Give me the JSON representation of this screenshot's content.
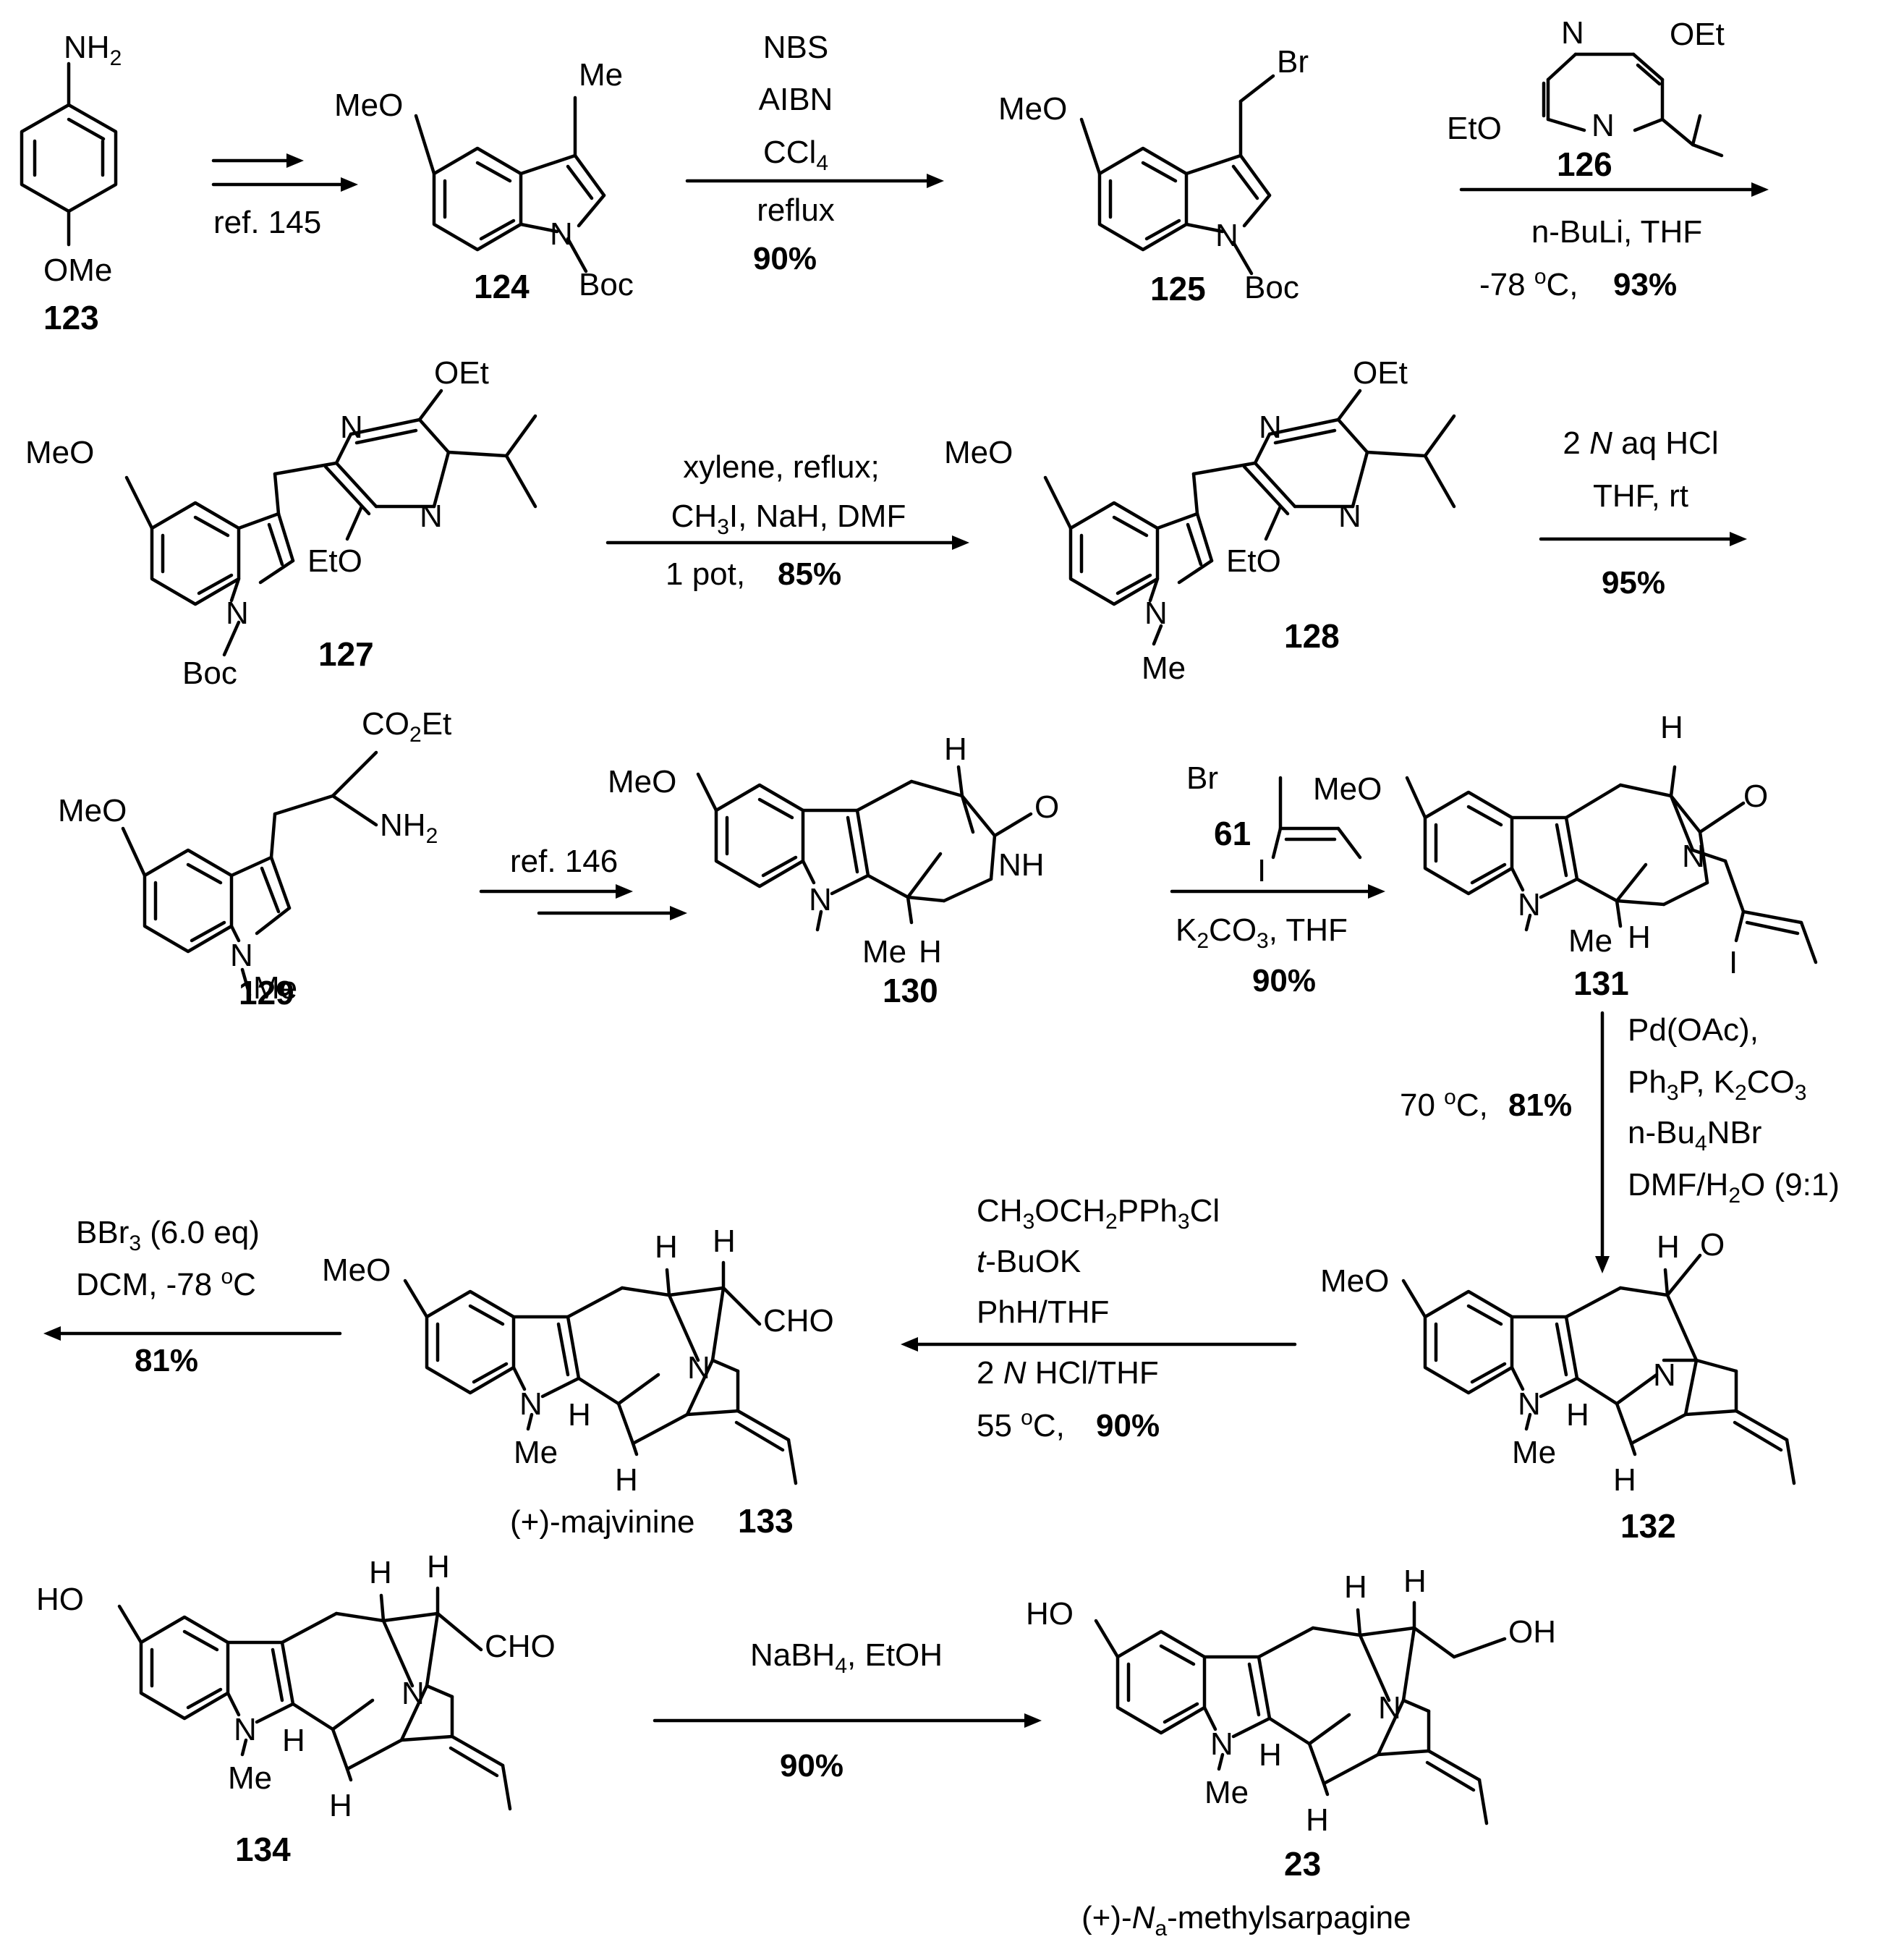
{
  "colors": {
    "ink": "#000000",
    "background": "#ffffff"
  },
  "compounds": {
    "c123": {
      "number": "123",
      "labels": [
        "NH2",
        "OMe"
      ]
    },
    "c124": {
      "number": "124",
      "labels": [
        "MeO",
        "Me",
        "N",
        "Boc"
      ]
    },
    "c125": {
      "number": "125",
      "labels": [
        "MeO",
        "Br",
        "N",
        "Boc"
      ]
    },
    "c126": {
      "number": "126",
      "labels": [
        "N",
        "OEt",
        "EtO",
        "N"
      ]
    },
    "c127": {
      "number": "127",
      "labels": [
        "MeO",
        "OEt",
        "N",
        "N",
        "EtO",
        "N",
        "Boc"
      ]
    },
    "c128": {
      "number": "128",
      "labels": [
        "MeO",
        "OEt",
        "N",
        "N",
        "EtO",
        "N",
        "Me"
      ]
    },
    "c129": {
      "number": "129",
      "labels": [
        "MeO",
        "CO2Et",
        "NH2",
        "N",
        "Me"
      ]
    },
    "c130": {
      "number": "130",
      "labels": [
        "MeO",
        "H",
        "O",
        "NH",
        "N",
        "Me",
        "H"
      ]
    },
    "c61": {
      "number": "61",
      "labels": [
        "Br",
        "I"
      ]
    },
    "c131": {
      "number": "131",
      "labels": [
        "MeO",
        "H",
        "O",
        "N",
        "N",
        "Me",
        "H",
        "I"
      ]
    },
    "c132": {
      "number": "132",
      "labels": [
        "MeO",
        "H",
        "O",
        "N",
        "N",
        "Me",
        "H",
        "H"
      ]
    },
    "c133": {
      "number": "133",
      "name": "(+)-majvinine",
      "labels": [
        "MeO",
        "H",
        "H",
        "CHO",
        "N",
        "N",
        "Me",
        "H",
        "H"
      ]
    },
    "c134": {
      "number": "134",
      "labels": [
        "HO",
        "H",
        "H",
        "CHO",
        "N",
        "N",
        "Me",
        "H",
        "H"
      ]
    },
    "c23": {
      "number": "23",
      "name_prefix": "(+)-",
      "name_italic": "N",
      "name_sub": "a",
      "name_rest": "-methylsarpagine",
      "labels": [
        "HO",
        "H",
        "H",
        "OH",
        "N",
        "N",
        "Me",
        "H",
        "H"
      ]
    }
  },
  "steps": {
    "s1": {
      "conditions": [
        "ref. 145"
      ]
    },
    "s2": {
      "conditions": [
        "NBS",
        "AIBN",
        "CCl4",
        "reflux"
      ],
      "yield": "90%"
    },
    "s3": {
      "conditions": [
        "n-BuLi, THF",
        "-78 oC,"
      ],
      "yield": "93%"
    },
    "s4": {
      "conditions": [
        "xylene, reflux;",
        "CH3I, NaH, DMF",
        "1 pot,"
      ],
      "yield": "85%"
    },
    "s5": {
      "conditions": [
        "2 N aq HCl",
        "THF, rt"
      ],
      "yield": "95%"
    },
    "s6": {
      "conditions": [
        "ref. 146"
      ]
    },
    "s7": {
      "conditions": [
        "K2CO3, THF"
      ],
      "yield": "90%"
    },
    "s8": {
      "conditions": [
        "Pd(OAc),",
        "Ph3P, K2CO3",
        "n-Bu4NBr",
        "DMF/H2O (9:1)",
        "70 oC,"
      ],
      "yield": "81%"
    },
    "s9": {
      "conditions": [
        "CH3OCH2PPh3Cl",
        "t-BuOK",
        "PhH/THF",
        "2 N HCl/THF",
        "55 oC,"
      ],
      "yield": "90%"
    },
    "s10": {
      "conditions": [
        "BBr3 (6.0 eq)",
        "DCM, -78 oC"
      ],
      "yield": "81%"
    },
    "s11": {
      "conditions": [
        "NaBH4, EtOH"
      ],
      "yield": "90%"
    }
  }
}
